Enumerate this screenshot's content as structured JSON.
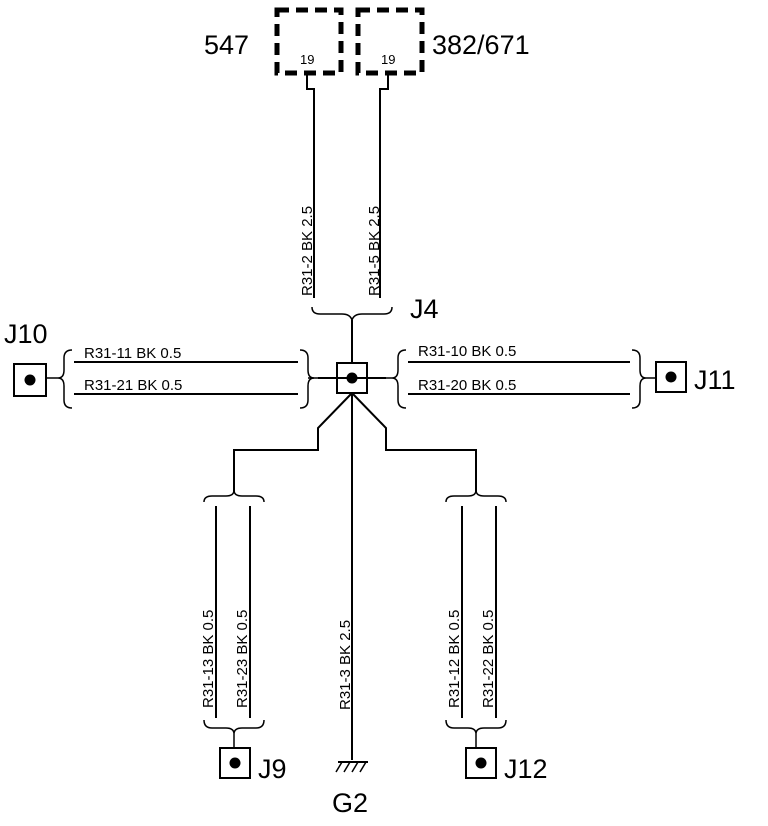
{
  "components": {
    "c547": {
      "label": "547",
      "pin": "19"
    },
    "c382": {
      "label": "382/671",
      "pin": "19"
    }
  },
  "junction_main": {
    "label": "J4"
  },
  "connectors": {
    "j10": {
      "label": "J10"
    },
    "j11": {
      "label": "J11"
    },
    "j9": {
      "label": "J9"
    },
    "j12": {
      "label": "J12"
    }
  },
  "ground": {
    "label": "G2"
  },
  "wires": {
    "w547": "R31-2   BK   2.5",
    "w382": "R31-5   BK   2.5",
    "left_top": "R31-11   BK   0.5",
    "left_bot": "R31-21   BK   0.5",
    "right_top": "R31-10   BK   0.5",
    "right_bot": "R31-20   BK   0.5",
    "j9_a": "R31-13   BK   0.5",
    "j9_b": "R31-23   BK   0.5",
    "g2": "R31-3   BK   2.5",
    "j12_a": "R31-12   BK   0.5",
    "j12_b": "R31-22   BK   0.5"
  }
}
